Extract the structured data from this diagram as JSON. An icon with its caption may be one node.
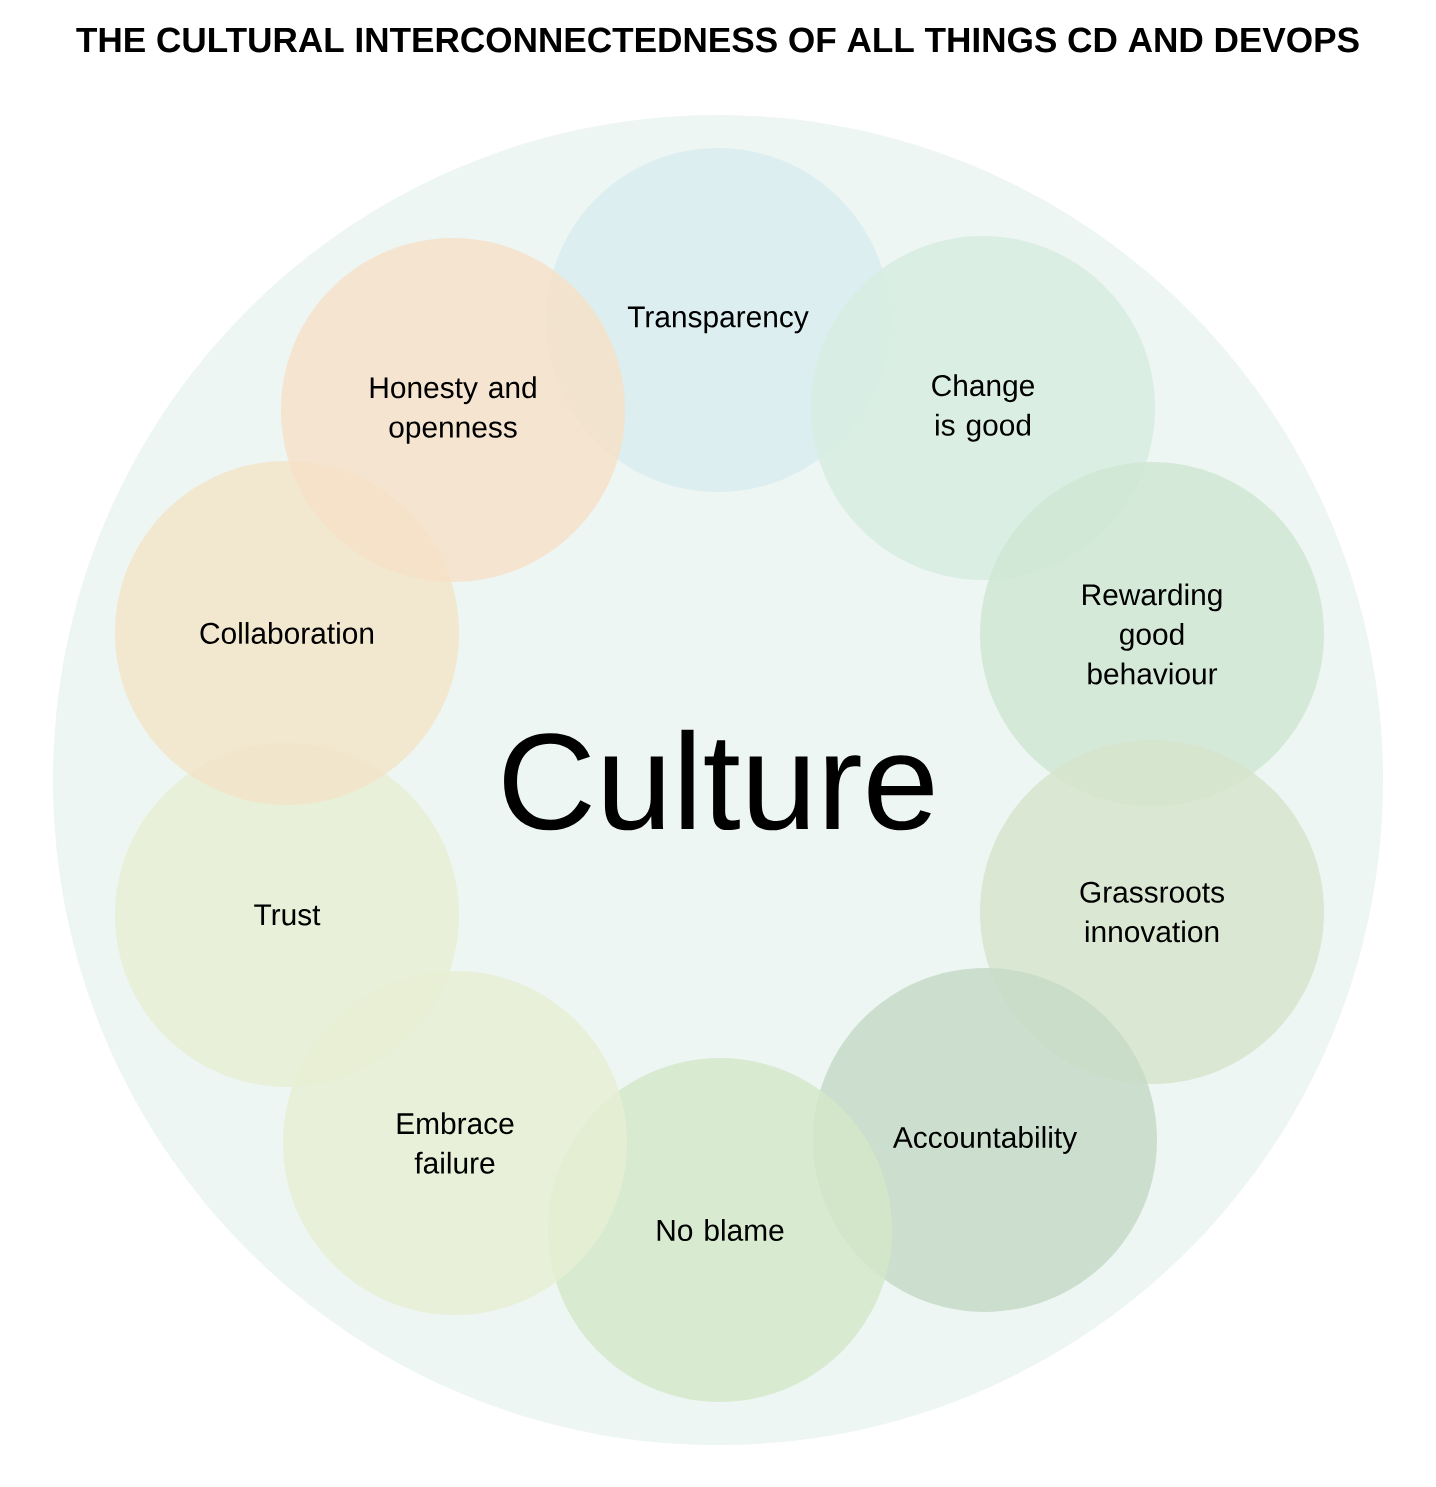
{
  "diagram": {
    "title": "THE CULTURAL INTERCONNECTEDNESS OF ALL THINGS CD AND DEVOPS",
    "nodes": [
      {
        "text": [
          "Culture"
        ]
      },
      {
        "text": [
          "Transparency"
        ],
        "in": 0
      },
      {
        "text": [
          "Change is good"
        ],
        "in": 0
      },
      {
        "text": [
          "Rewarding good behaviour"
        ],
        "in": 0
      },
      {
        "text": [
          "Grassroots innovation"
        ],
        "in": 0
      },
      {
        "text": [
          "Accountability"
        ],
        "in": 0
      },
      {
        "text": [
          "No blame"
        ],
        "in": 0
      },
      {
        "text": [
          "Embrace failure"
        ],
        "in": 0
      },
      {
        "text": [
          "Trust"
        ],
        "in": 0
      },
      {
        "text": [
          "Collaboration"
        ],
        "in": 0
      },
      {
        "text": [
          "Honesty and openness"
        ],
        "in": 0
      }
    ],
    "edges": []
  }
}
